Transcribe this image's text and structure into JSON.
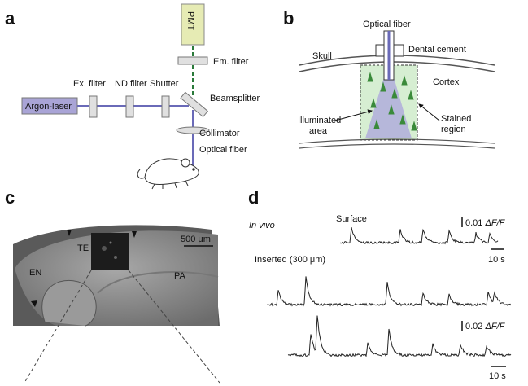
{
  "panel_labels": {
    "a": "a",
    "b": "b",
    "c": "c",
    "d": "d"
  },
  "panel_a": {
    "pmt": "PMT",
    "em_filter": "Em. filter",
    "ex_filter": "Ex. filter",
    "nd_filter": "ND filter",
    "shutter": "Shutter",
    "beamsplitter": "Beamsplitter",
    "laser": "Argon-laser",
    "collimator": "Collimator",
    "optical_fiber": "Optical fiber"
  },
  "panel_b": {
    "optical_fiber": "Optical fiber",
    "dental_cement": "Dental cement",
    "skull": "Skull",
    "cortex": "Cortex",
    "illuminated_1": "Illuminated",
    "illuminated_2": "area",
    "stained_1": "Stained",
    "stained_2": "region"
  },
  "panel_c": {
    "scale": "500 μm",
    "te": "TE",
    "en": "EN",
    "pa": "PA"
  },
  "panel_d": {
    "in_vivo": "In vivo",
    "surface": "Surface",
    "scale_top_value": "0.01 ",
    "scale_top_unit": "ΔF/F",
    "time_top": "10 s",
    "inserted": "Inserted (300 μm)",
    "scale_bottom_value": "0.02 ",
    "scale_bottom_unit": "ΔF/F",
    "time_bottom": "10 s"
  },
  "colors": {
    "laser_box": "#a9a4d6",
    "beam": "#6a6ab8",
    "emission": "#2a7a3a",
    "pmt": "#e6ebb4",
    "stain": "#d6eed2",
    "illum": "#b0addc"
  }
}
